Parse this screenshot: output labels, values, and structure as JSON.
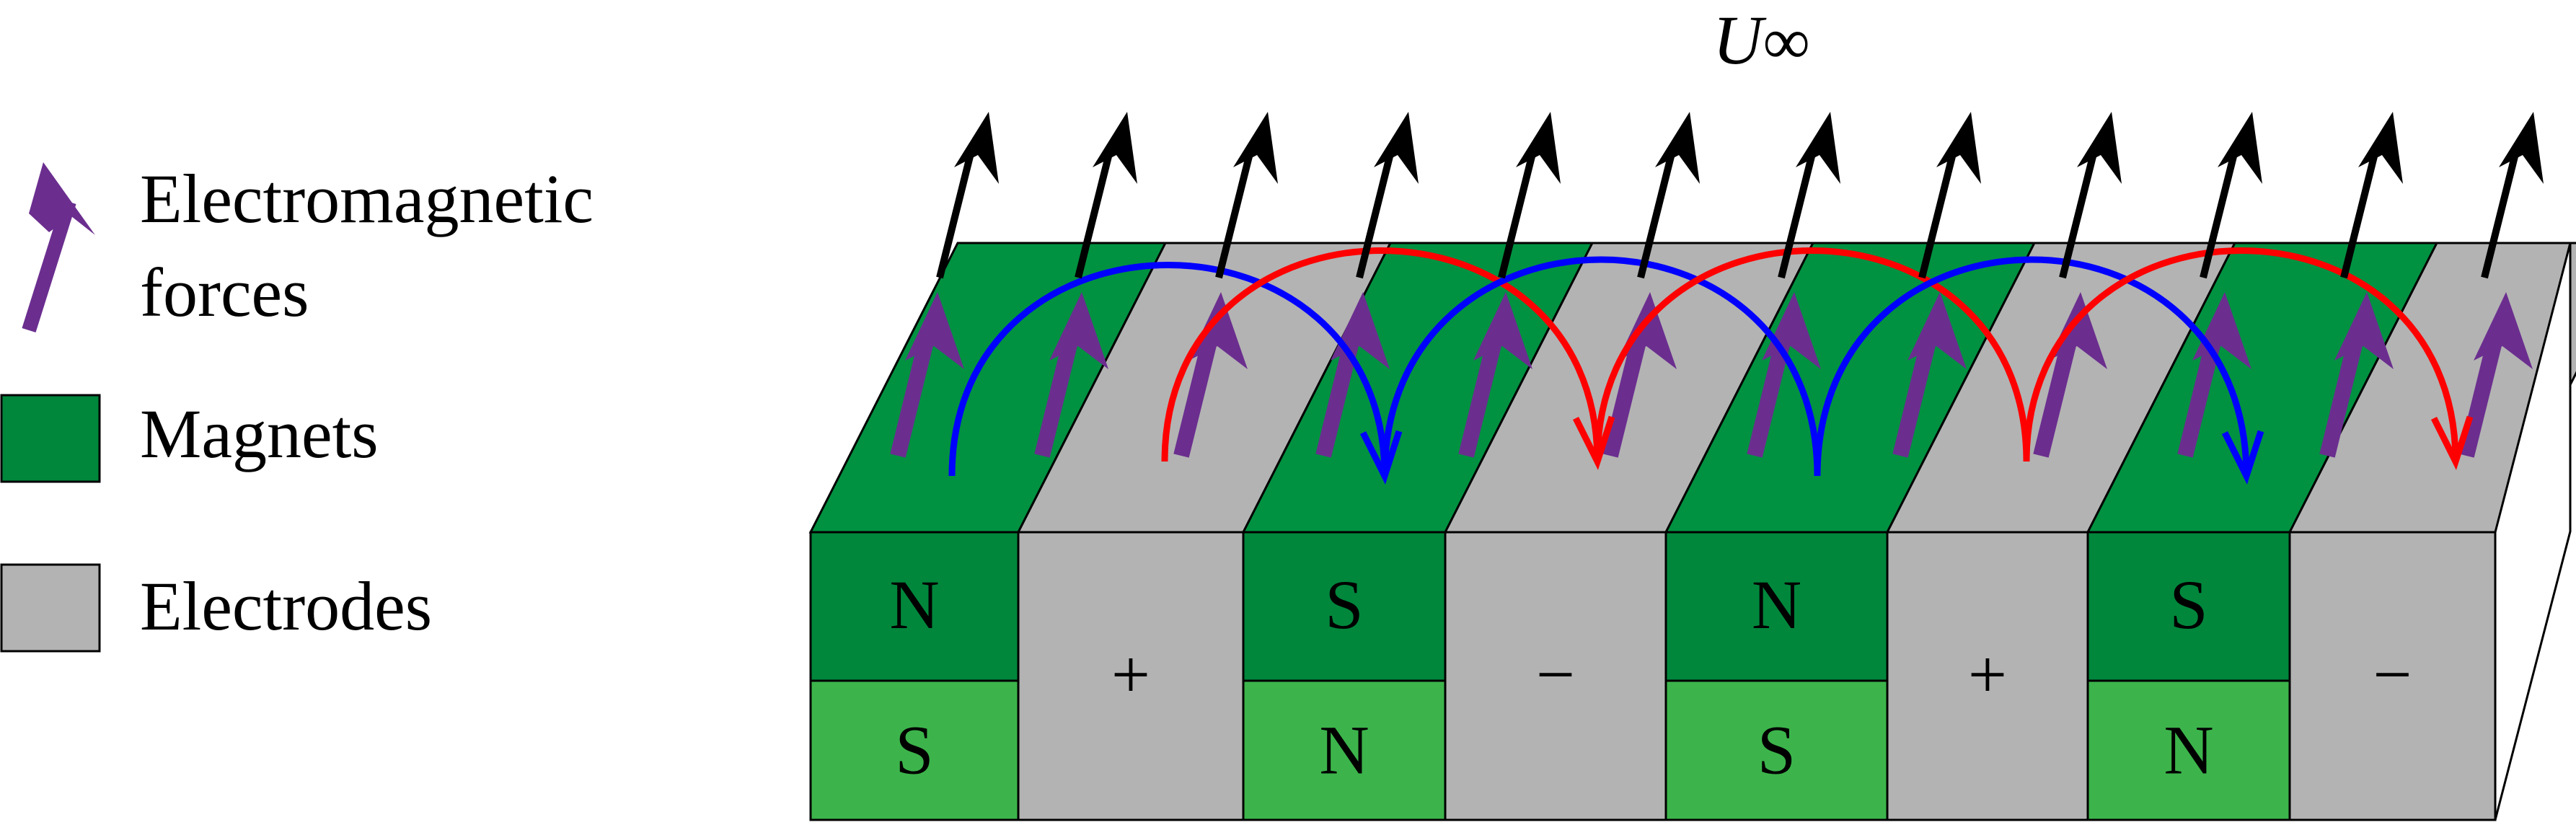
{
  "free_stream_label": "U",
  "free_stream_subscript": "∞",
  "legend": {
    "forces": {
      "line1": "Electromagnetic",
      "line2": "forces",
      "icon": "purple-arrow-icon"
    },
    "magnets": {
      "label": "Magnets",
      "icon": "dark-green-swatch-icon"
    },
    "electrodes": {
      "label": "Electrodes",
      "icon": "gray-swatch-icon"
    }
  },
  "colors": {
    "magnet_top": "#009241",
    "magnet_dark": "#00873c",
    "magnet_light": "#3cb44b",
    "electrode": "#b3b3b3",
    "force_arrow": "#6b2e8f",
    "current_blue": "#0000ff",
    "current_red": "#ff0000",
    "flow_arrow": "#000000"
  },
  "blocks": [
    {
      "type": "magnet",
      "top_pole": "N",
      "bottom_pole": "S"
    },
    {
      "type": "electrode",
      "sign": "+"
    },
    {
      "type": "magnet",
      "top_pole": "S",
      "bottom_pole": "N"
    },
    {
      "type": "electrode",
      "sign": "−"
    },
    {
      "type": "magnet",
      "top_pole": "N",
      "bottom_pole": "S"
    },
    {
      "type": "electrode",
      "sign": "+"
    },
    {
      "type": "magnet",
      "top_pole": "S",
      "bottom_pole": "N"
    },
    {
      "type": "electrode",
      "sign": "−"
    }
  ]
}
